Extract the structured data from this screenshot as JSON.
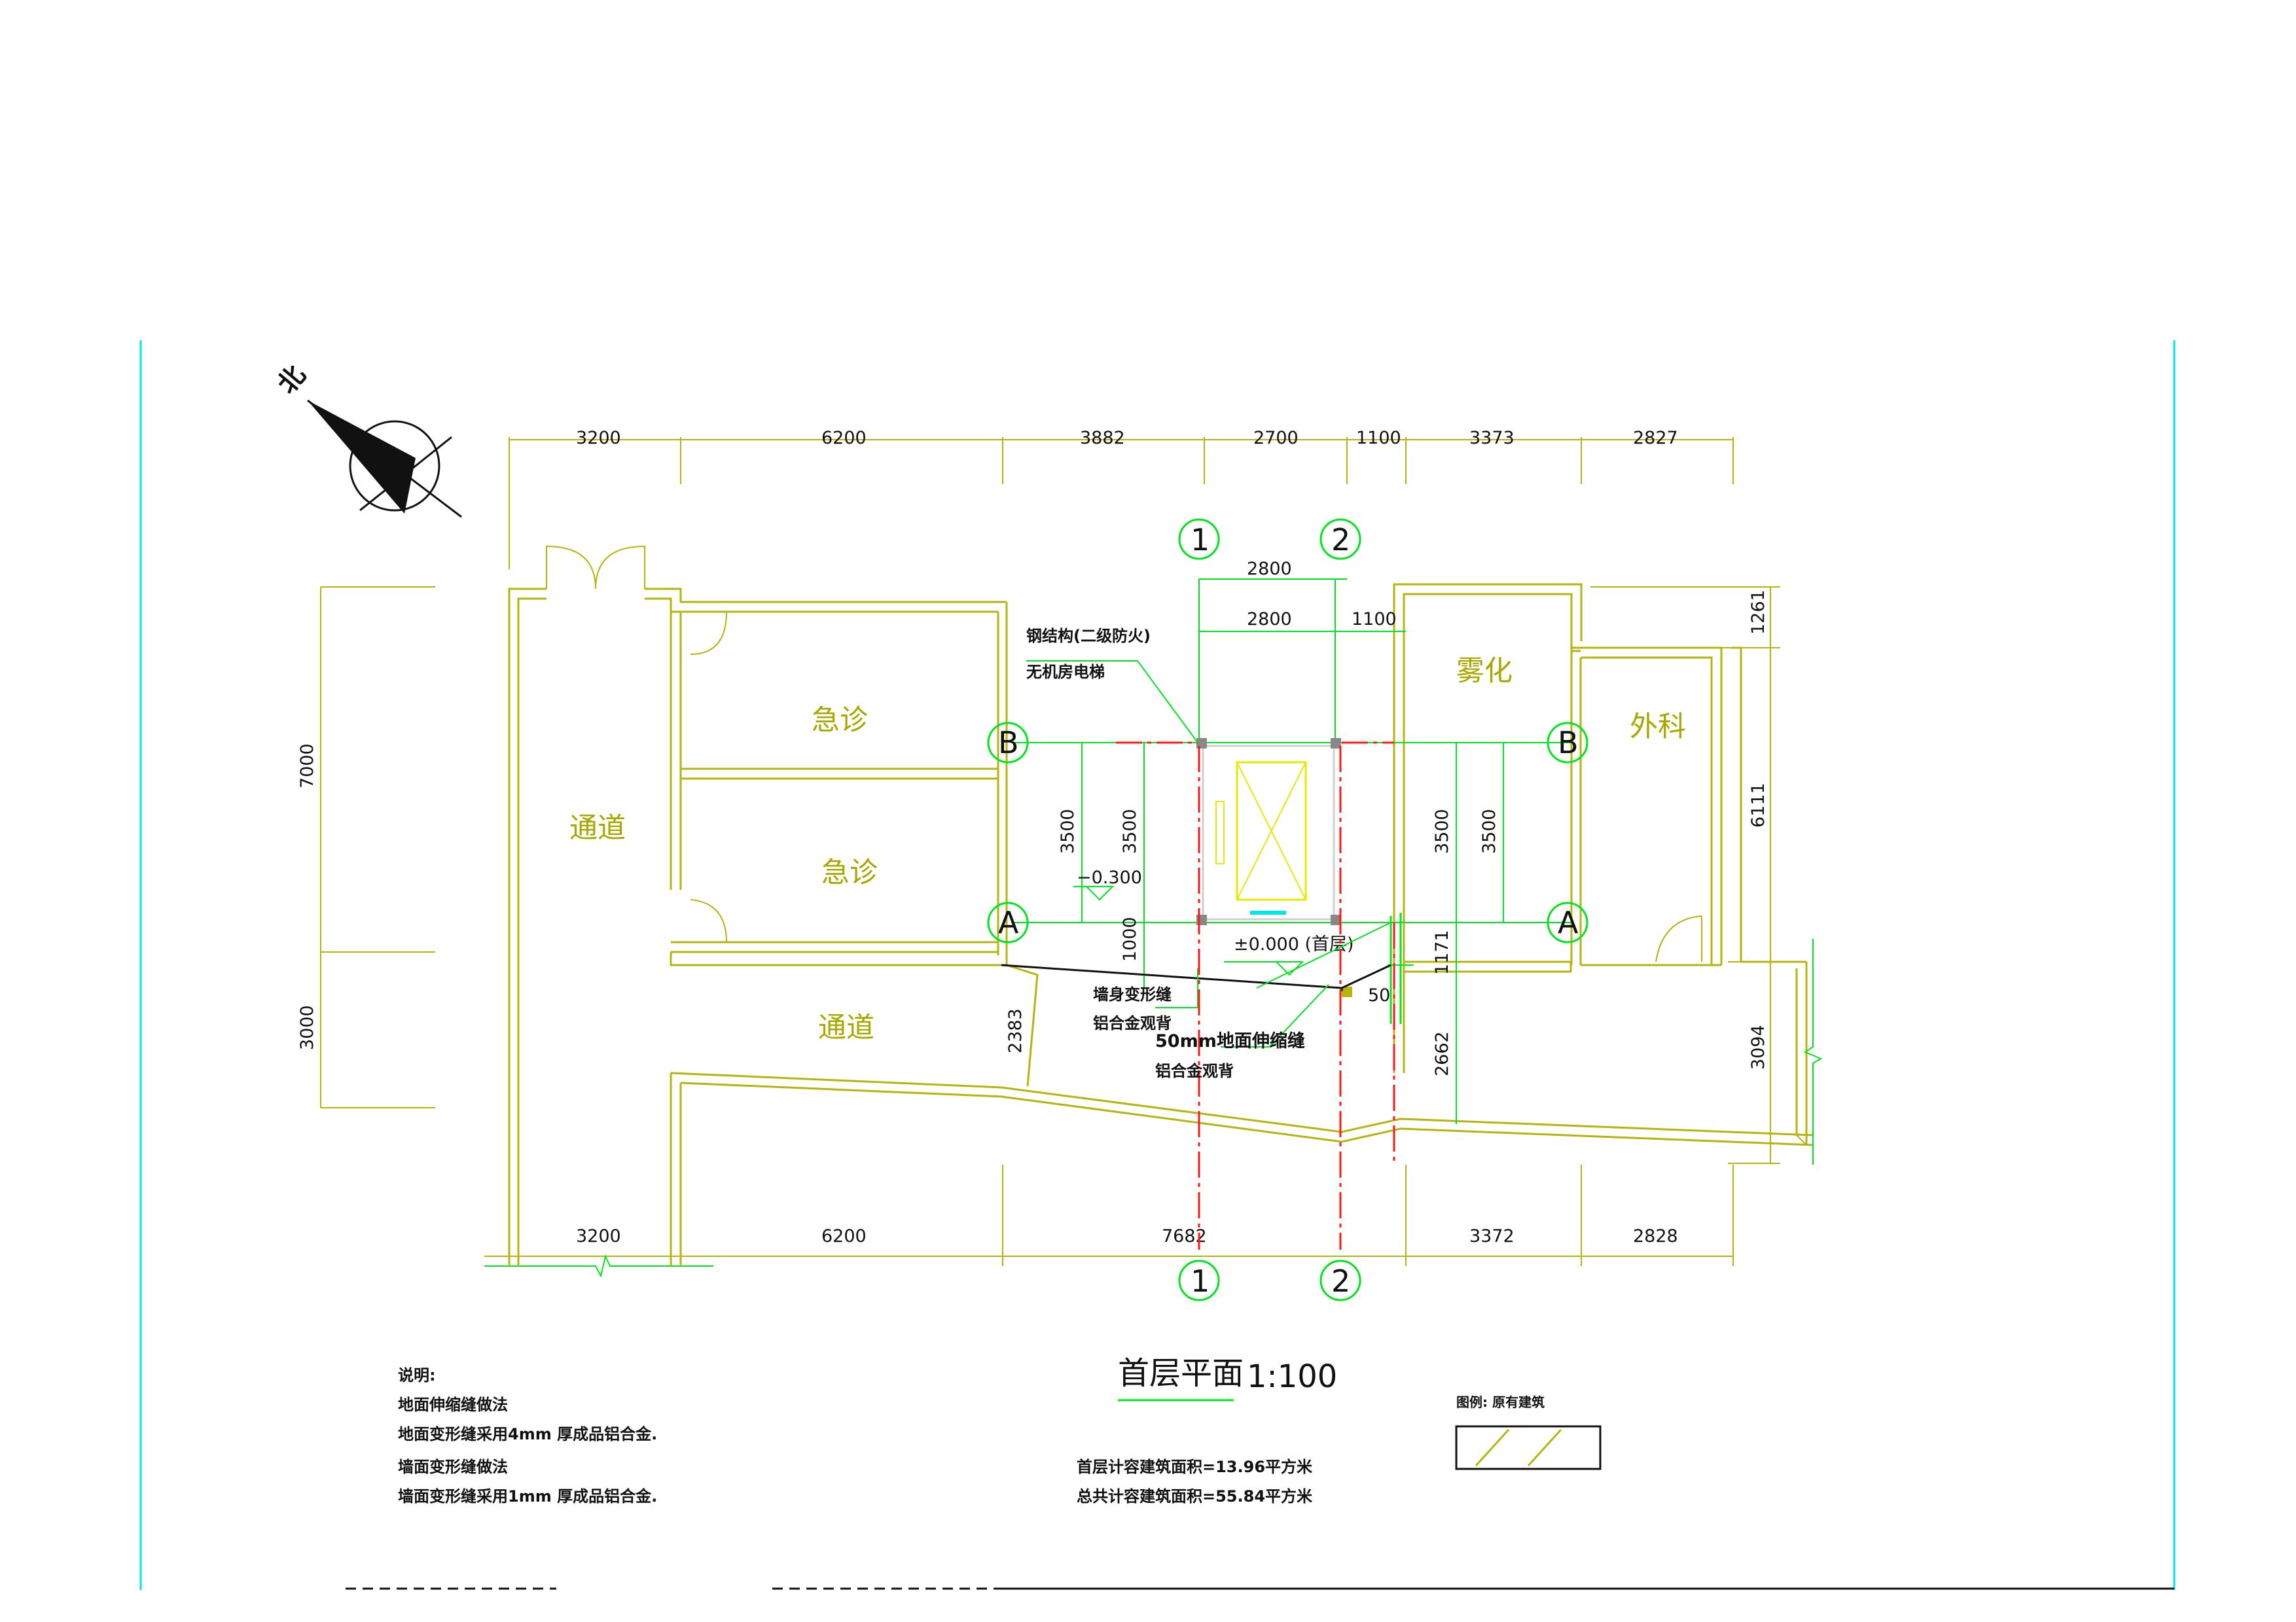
{
  "drawing": {
    "title": "首层平面",
    "scale": "1:100",
    "north_label": "北"
  },
  "dimensions": {
    "top": [
      "3200",
      "6200",
      "3882",
      "2700",
      "1100",
      "3373",
      "2827"
    ],
    "bottom": [
      "3200",
      "6200",
      "7682",
      "3372",
      "2828"
    ],
    "upper_inner": [
      "2800",
      "2800",
      "1100"
    ],
    "left": [
      "7000",
      "3000"
    ],
    "right": [
      "1261",
      "6111",
      "3094"
    ],
    "core": [
      "3500",
      "3500",
      "3500",
      "3500",
      "1000",
      "1171",
      "2662",
      "2383",
      "50"
    ]
  },
  "axes": {
    "vertical": [
      "1",
      "2"
    ],
    "horizontal": [
      "A",
      "B"
    ]
  },
  "rooms": {
    "corridor_west": "通道",
    "emergency_1": "急诊",
    "emergency_2": "急诊",
    "corridor_south": "通道",
    "nebulization": "雾化",
    "surgery": "外科"
  },
  "levels": {
    "outdoor": "−0.300",
    "ground": "±0.000 (首层)"
  },
  "annotations": {
    "steel_structure": "钢结构(二级防火)",
    "elevator": "无机房电梯",
    "wall_joint": "墙身变形缝",
    "wall_joint_cover": "铝合金观背",
    "floor_joint": "50mm地面伸缩缝",
    "floor_joint_cover": "铝合金观背"
  },
  "notes": {
    "title": "说明:",
    "lines": [
      "地面伸缩缝做法",
      "地面变形缝采用4mm 厚成品铝合金.",
      "墙面变形缝做法",
      "墙面变形缝采用1mm 厚成品铝合金."
    ]
  },
  "areas": {
    "ground_floor": "首层计容建筑面积=13.96平方米",
    "total": "总共计容建筑面积=55.84平方米"
  },
  "legend": {
    "label": "图例: 原有建筑"
  },
  "colors": {
    "wall": "#b5b50e",
    "new_work": "#00e61e",
    "axis": "#ff1a1a",
    "frame": "#00e6e6"
  }
}
